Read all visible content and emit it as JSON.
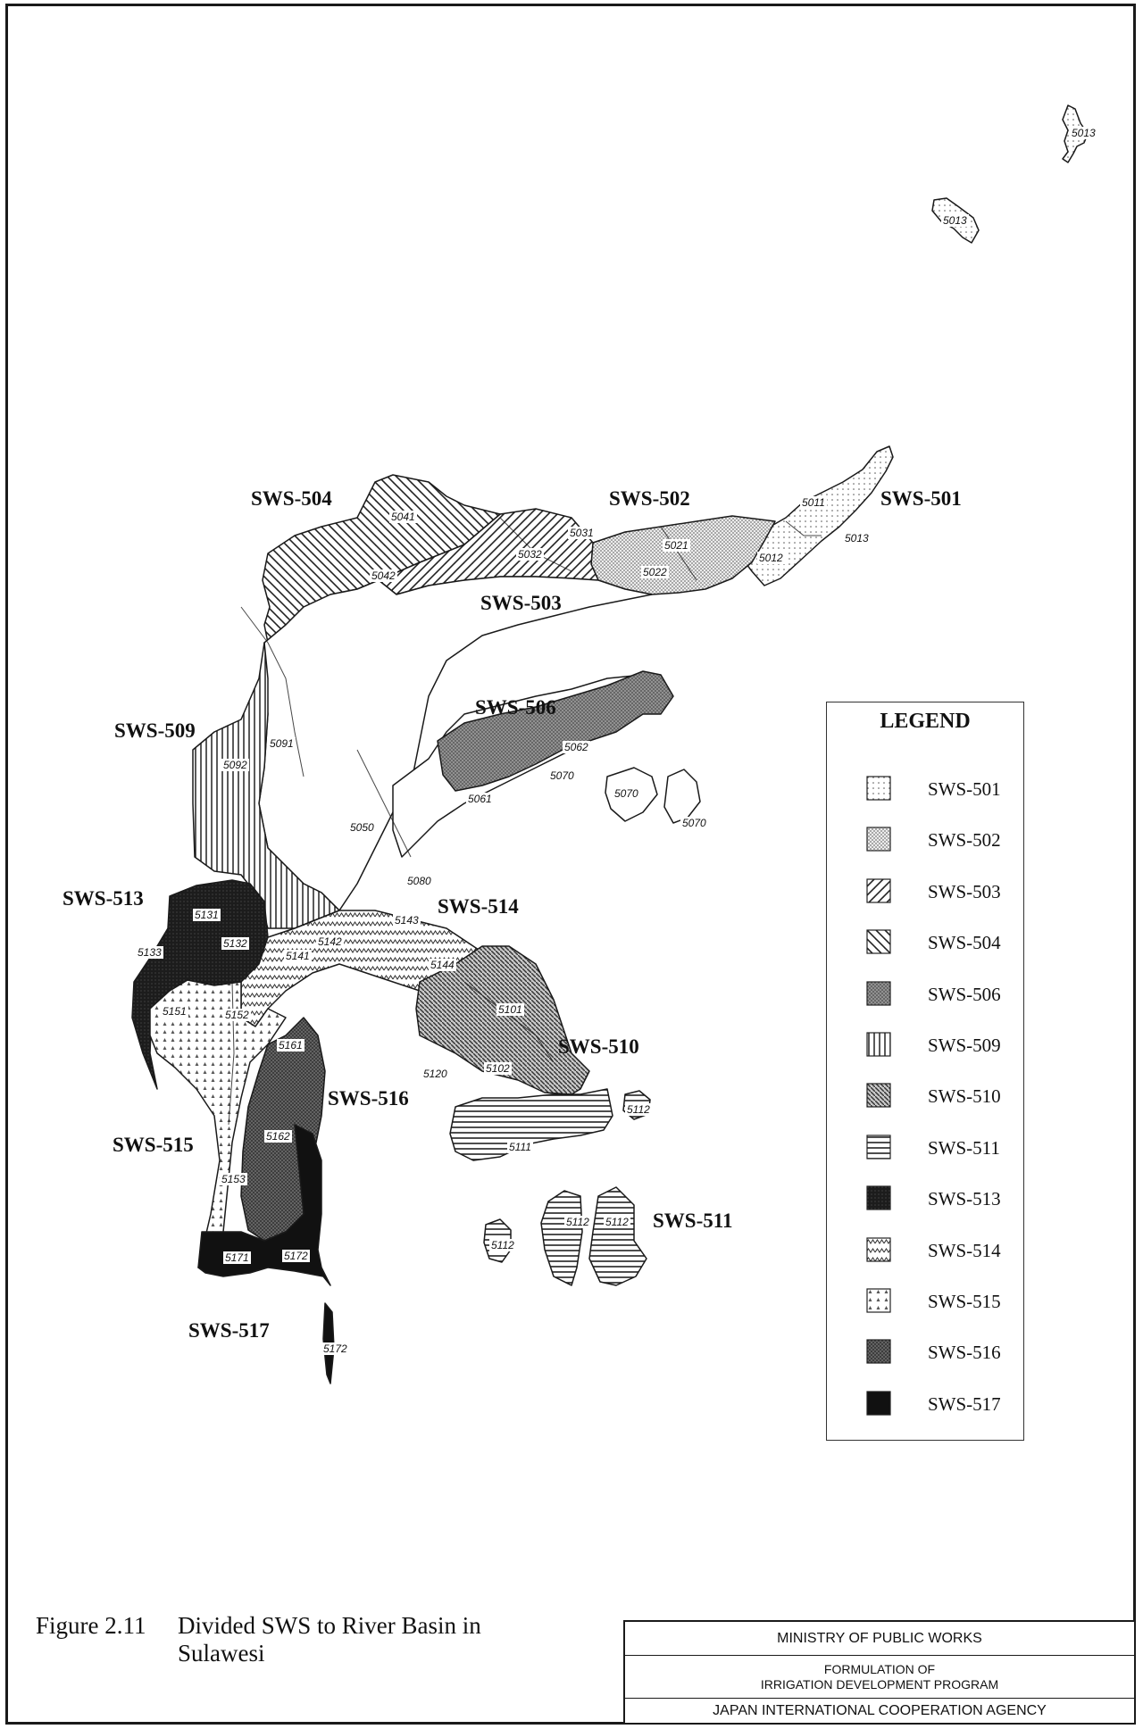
{
  "map": {
    "region_labels": [
      {
        "id": "sws-501",
        "text": "SWS-501"
      },
      {
        "id": "sws-502",
        "text": "SWS-502"
      },
      {
        "id": "sws-503",
        "text": "SWS-503"
      },
      {
        "id": "sws-504",
        "text": "SWS-504"
      },
      {
        "id": "sws-506",
        "text": "SWS-506"
      },
      {
        "id": "sws-509",
        "text": "SWS-509"
      },
      {
        "id": "sws-510",
        "text": "SWS-510"
      },
      {
        "id": "sws-511",
        "text": "SWS-511"
      },
      {
        "id": "sws-513",
        "text": "SWS-513"
      },
      {
        "id": "sws-514",
        "text": "SWS-514"
      },
      {
        "id": "sws-515",
        "text": "SWS-515"
      },
      {
        "id": "sws-516",
        "text": "SWS-516"
      },
      {
        "id": "sws-517",
        "text": "SWS-517"
      }
    ],
    "basin_codes": [
      "5013",
      "5013",
      "5011",
      "5013",
      "5012",
      "5021",
      "5022",
      "5031",
      "5032",
      "5041",
      "5042",
      "5062",
      "5070",
      "5061",
      "5070",
      "5070",
      "5050",
      "5080",
      "5091",
      "5092",
      "5131",
      "5132",
      "5133",
      "5143",
      "5142",
      "5141",
      "5144",
      "5151",
      "5152",
      "5161",
      "5101",
      "5102",
      "5120",
      "5112",
      "5111",
      "5162",
      "5153",
      "5112",
      "5112",
      "5112",
      "5171",
      "5172",
      "5172"
    ]
  },
  "legend": {
    "title": "LEGEND",
    "items": [
      {
        "label": "SWS-501",
        "pattern": "dots-light"
      },
      {
        "label": "SWS-502",
        "pattern": "dots-dense"
      },
      {
        "label": "SWS-503",
        "pattern": "diag-right"
      },
      {
        "label": "SWS-504",
        "pattern": "diag-left"
      },
      {
        "label": "SWS-506",
        "pattern": "crosshatch-grey"
      },
      {
        "label": "SWS-509",
        "pattern": "vertical-lines"
      },
      {
        "label": "SWS-510",
        "pattern": "diag-dense"
      },
      {
        "label": "SWS-511",
        "pattern": "horizontal-lines"
      },
      {
        "label": "SWS-513",
        "pattern": "solid-dark"
      },
      {
        "label": "SWS-514",
        "pattern": "zigzag"
      },
      {
        "label": "SWS-515",
        "pattern": "triangles"
      },
      {
        "label": "SWS-516",
        "pattern": "grid-dark"
      },
      {
        "label": "SWS-517",
        "pattern": "solid-black"
      }
    ]
  },
  "caption": {
    "number": "Figure 2.11",
    "line1": "Divided SWS to River Basin in",
    "line2": "Sulawesi"
  },
  "title_block": {
    "ministry": "MINISTRY OF PUBLIC WORKS",
    "formulation_line1": "FORMULATION OF",
    "formulation_line2": "IRRIGATION DEVELOPMENT PROGRAM",
    "agency": "JAPAN INTERNATIONAL COOPERATION AGENCY"
  },
  "colors": {
    "ink": "#111111",
    "paper": "#ffffff",
    "dark_fill": "#1b1b1b",
    "grey_fill": "#8a8a8a"
  }
}
